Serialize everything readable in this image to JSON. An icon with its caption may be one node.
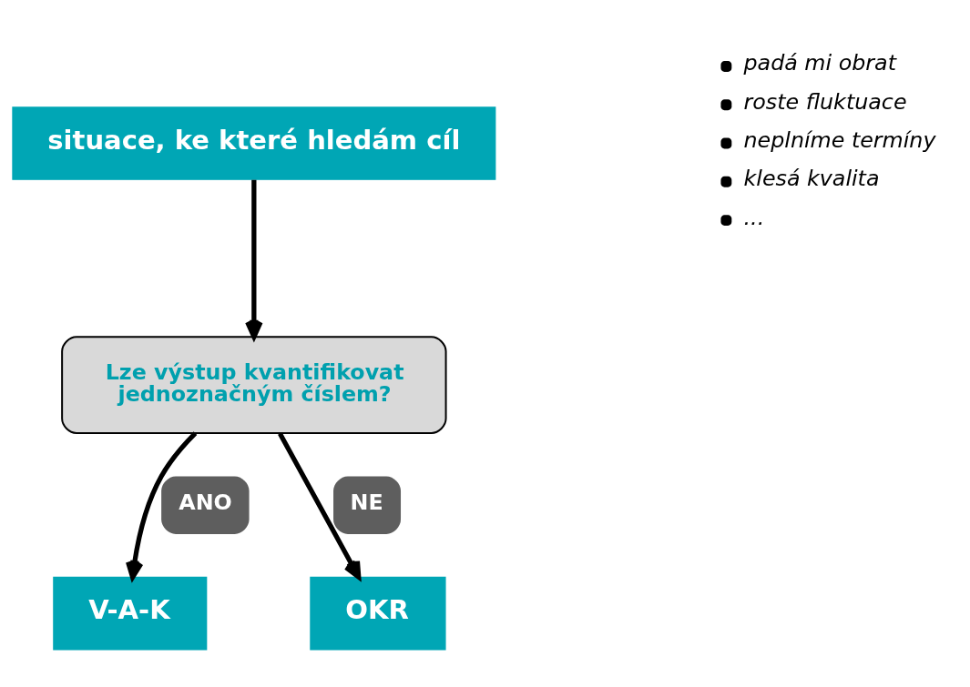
{
  "diagram": {
    "nodes": [
      {
        "text": [
          "situace, ke které hledám cíl"
        ]
      },
      {
        "text": [
          "Lze výstup kvantifikovat jednoznačným číslem?"
        ]
      },
      {
        "text": [
          "V-A-K"
        ]
      },
      {
        "text": [
          "OKR"
        ]
      }
    ],
    "edges": [
      {
        "from": 0,
        "to": 1,
        "arrow": "to"
      },
      {
        "from": 1,
        "to": 2,
        "arrow": "to",
        "label": "ANO"
      },
      {
        "from": 1,
        "to": 3,
        "arrow": "to",
        "label": "NE"
      }
    ],
    "labels": [
      "padá mi obrat",
      "roste fluktuace",
      "neplníme termíny",
      "klesá kvalita",
      "..."
    ]
  }
}
